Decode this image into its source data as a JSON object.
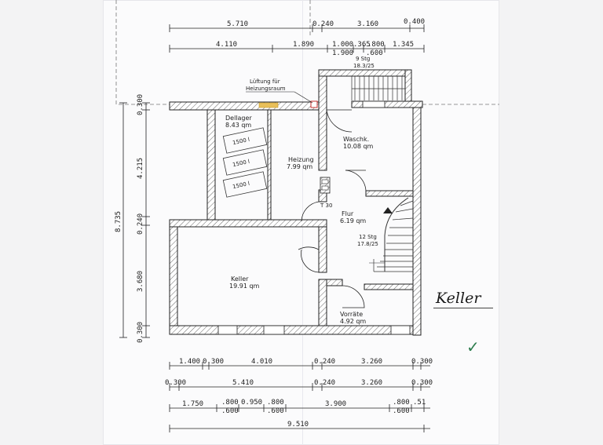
{
  "title": "Keller",
  "check_mark": "✓",
  "top_dims": {
    "row1": [
      "5.710",
      "0.240",
      "3.160",
      "0.400"
    ],
    "row2": [
      "4.110",
      "1.890",
      "1.000",
      ".365",
      ".800",
      "1.345"
    ],
    "row2b": [
      "1.900",
      ".600"
    ]
  },
  "left_dims": [
    "0.300",
    "4.215",
    "0.240",
    "3.680",
    "0.300"
  ],
  "left_total": "8.735",
  "bottom_dims": {
    "row1": [
      "1.400",
      "0.300",
      "4.010",
      "0.240",
      "3.260",
      "0.300"
    ],
    "row2": [
      "0.300",
      "5.410",
      "0.240",
      "3.260",
      "0.300"
    ],
    "row3": [
      "1.750",
      ".800",
      "0.950",
      ".800",
      "3.900",
      ".800",
      ".51"
    ],
    "row3b": [
      ".600",
      ".600",
      ".600"
    ],
    "total": "9.510"
  },
  "rooms": {
    "dellager": {
      "name": "Dellager",
      "area": "8.43 qm"
    },
    "heizung": {
      "name": "Heizung",
      "area": "7.99 qm"
    },
    "waschk": {
      "name": "Waschk.",
      "area": "10.08 qm"
    },
    "flur": {
      "name": "Flur",
      "area": "6.19 qm"
    },
    "keller": {
      "name": "Keller",
      "area": "19.91 qm"
    },
    "vorraete": {
      "name": "Vorräte",
      "area": "4.92 qm"
    }
  },
  "annotations": {
    "lueftung_line1": "Lüftung für",
    "lueftung_line2": "Heizungsraum",
    "stairs_top_count": "9 Stg",
    "stairs_top_ratio": "18.3/25",
    "stairs_main_count": "12 Stg",
    "stairs_main_ratio": "17.8/25",
    "door_rating": "T 30",
    "tank_labels": [
      "1500 l",
      "1500 l",
      "1500 l"
    ]
  }
}
